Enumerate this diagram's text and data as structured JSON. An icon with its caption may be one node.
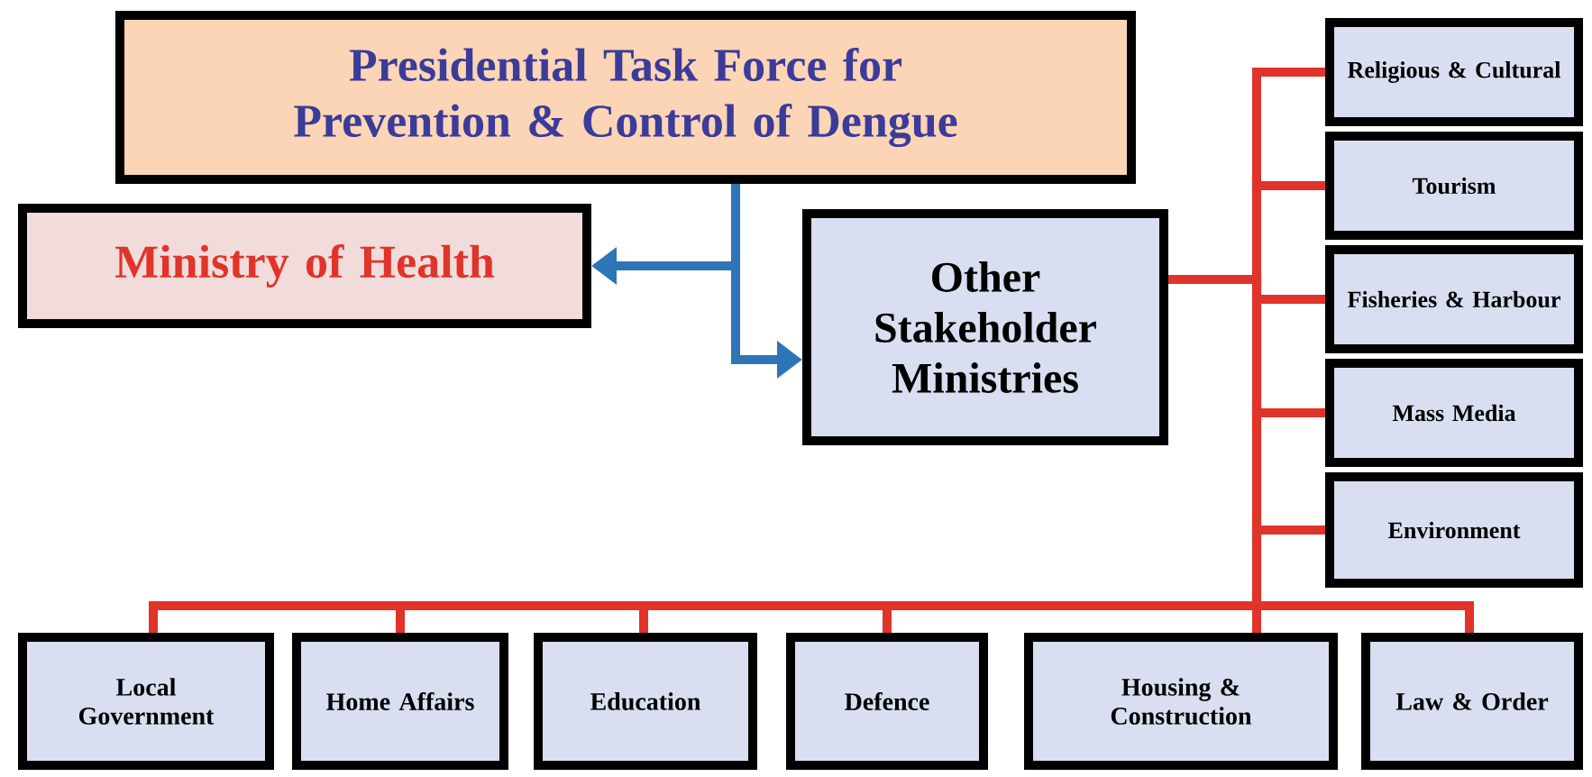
{
  "diagram": {
    "nodes": [
      {
        "text": [
          "Presidential Task Force for Prevention & Control of Dengue"
        ]
      },
      {
        "text": [
          "Ministry of Health"
        ]
      },
      {
        "text": [
          "Other Stakeholder Ministries"
        ]
      },
      {
        "text": [
          "Religious & Cultural"
        ]
      },
      {
        "text": [
          "Tourism"
        ]
      },
      {
        "text": [
          "Fisheries & Harbour"
        ]
      },
      {
        "text": [
          "Mass Media"
        ]
      },
      {
        "text": [
          "Environment"
        ]
      },
      {
        "text": [
          "Local Government"
        ]
      },
      {
        "text": [
          "Home Affairs"
        ]
      },
      {
        "text": [
          "Education"
        ]
      },
      {
        "text": [
          "Defence"
        ]
      },
      {
        "text": [
          "Housing & Construction"
        ]
      },
      {
        "text": [
          "Law & Order"
        ]
      }
    ],
    "edges": [
      {
        "from": 0,
        "to": 1,
        "arrow": "to",
        "color": "#2e75b6"
      },
      {
        "from": 0,
        "to": 2,
        "arrow": "to",
        "color": "#2e75b6"
      },
      {
        "from": 2,
        "to": 3,
        "arrow": "none"
      },
      {
        "from": 2,
        "to": 4,
        "arrow": "none"
      },
      {
        "from": 2,
        "to": 5,
        "arrow": "none"
      },
      {
        "from": 2,
        "to": 6,
        "arrow": "none"
      },
      {
        "from": 2,
        "to": 7,
        "arrow": "none"
      },
      {
        "from": 2,
        "to": 8,
        "arrow": "none"
      },
      {
        "from": 2,
        "to": 9,
        "arrow": "none"
      },
      {
        "from": 2,
        "to": 10,
        "arrow": "none"
      },
      {
        "from": 2,
        "to": 11,
        "arrow": "none"
      },
      {
        "from": 2,
        "to": 12,
        "arrow": "none"
      },
      {
        "from": 2,
        "to": 13,
        "arrow": "none"
      }
    ]
  }
}
